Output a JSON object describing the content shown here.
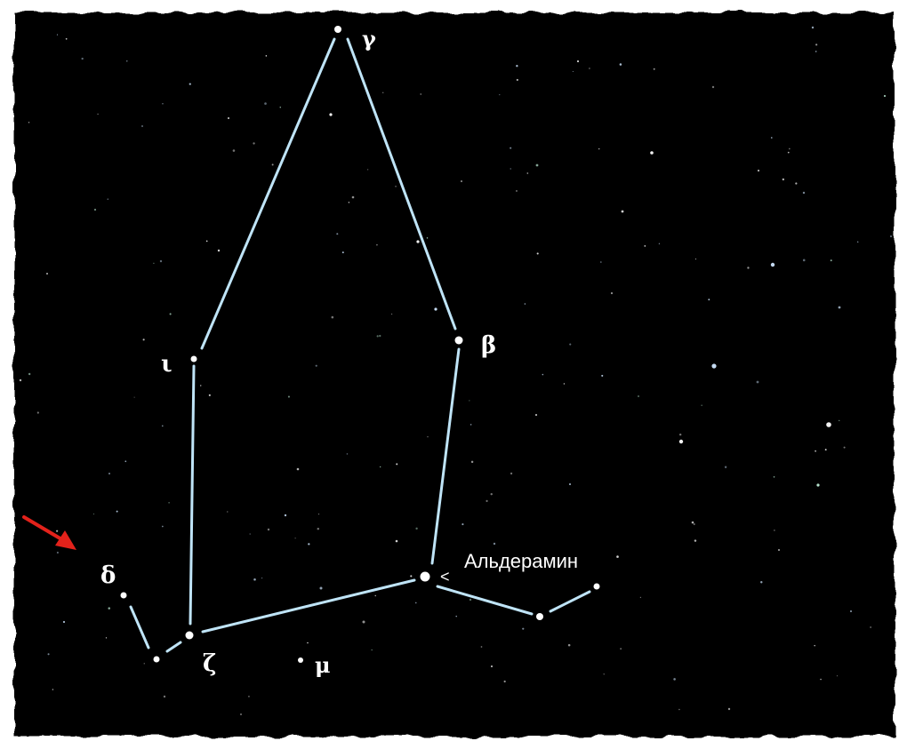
{
  "diagram": {
    "star_labels": {
      "gamma": "γ",
      "beta": "β",
      "iota": "ι",
      "delta": "δ",
      "zeta": "ζ",
      "mu": "μ"
    },
    "alderamin": {
      "pointer": "<",
      "name": "Альдерамин"
    }
  },
  "colors": {
    "sky": "#020104",
    "line": "#bfe4f7",
    "star": "#ffffff",
    "arrow": "#e3221b"
  }
}
